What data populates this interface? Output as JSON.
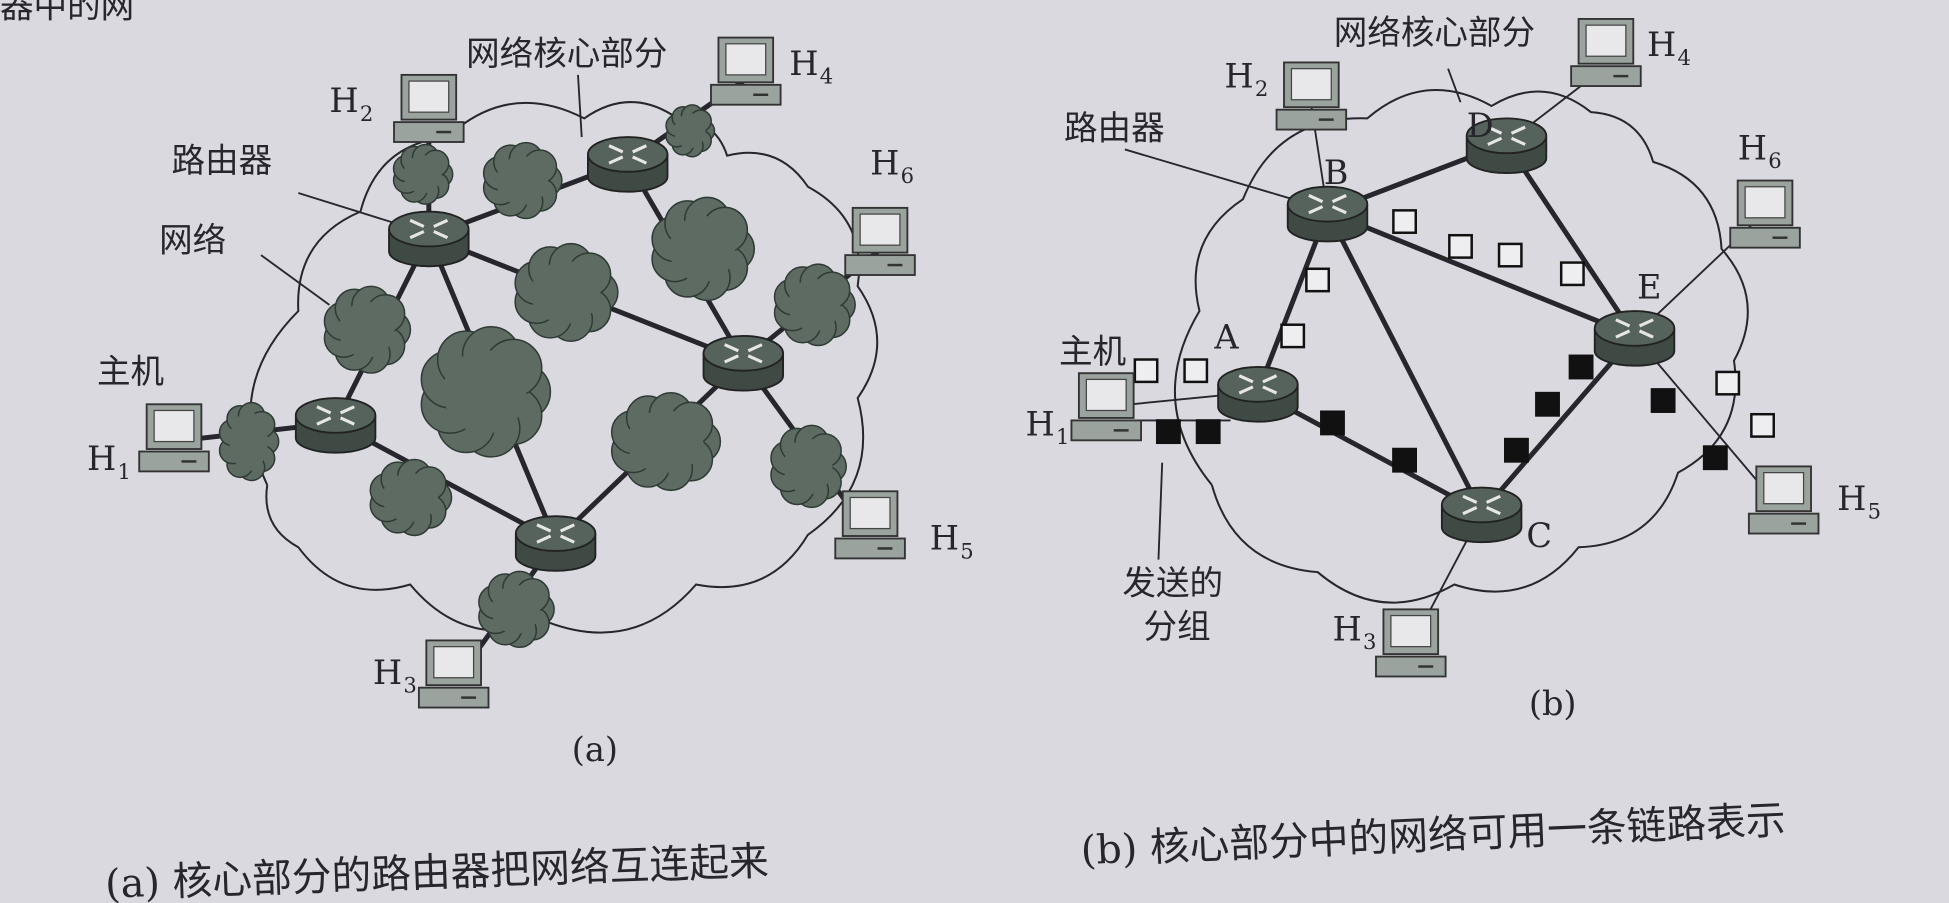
{
  "page_fragment": "器中的网",
  "figure_a": {
    "label": "(a)",
    "core_label": "网络核心部分",
    "router_label": "路由器",
    "network_label": "网络",
    "host_label": "主机",
    "hosts": [
      {
        "name": "H",
        "sub": "1"
      },
      {
        "name": "H",
        "sub": "2"
      },
      {
        "name": "H",
        "sub": "3"
      },
      {
        "name": "H",
        "sub": "4"
      },
      {
        "name": "H",
        "sub": "5"
      },
      {
        "name": "H",
        "sub": "6"
      }
    ],
    "caption": "(a) 核心部分的路由器把网络互连起来"
  },
  "figure_b": {
    "label": "(b)",
    "core_label": "网络核心部分",
    "router_label": "路由器",
    "host_label": "主机",
    "packets_label_line1": "发送的",
    "packets_label_line2": "分组",
    "routers": [
      "A",
      "B",
      "C",
      "D",
      "E"
    ],
    "hosts": [
      {
        "name": "H",
        "sub": "1"
      },
      {
        "name": "H",
        "sub": "2"
      },
      {
        "name": "H",
        "sub": "3"
      },
      {
        "name": "H",
        "sub": "4"
      },
      {
        "name": "H",
        "sub": "5"
      },
      {
        "name": "H",
        "sub": "6"
      }
    ],
    "caption": "(b) 核心部分中的网络可用一条链路表示"
  },
  "colors": {
    "background": "#d9d9df",
    "ink": "#26262c",
    "cloud": "#5d6b63",
    "router": "#56635c",
    "host": "#9aa39e"
  }
}
